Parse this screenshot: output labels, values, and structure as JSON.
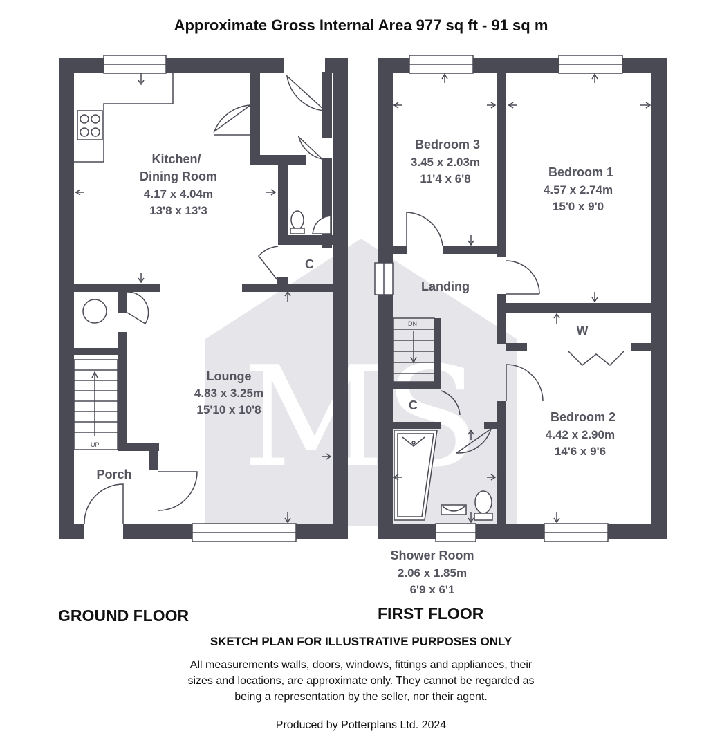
{
  "title": "Approximate Gross Internal Area 977 sq ft - 91 sq m",
  "watermark": "MS",
  "floors": {
    "ground": {
      "label": "GROUND FLOOR",
      "rooms": {
        "kitchen": {
          "name_1": "Kitchen/",
          "name_2": "Dining Room",
          "metric": "4.17 x 4.04m",
          "imperial": "13'8 x 13'3"
        },
        "lounge": {
          "name": "Lounge",
          "metric": "4.83 x 3.25m",
          "imperial": "15'10 x 10'8"
        },
        "porch": {
          "name": "Porch"
        },
        "cupboard": {
          "name": "C"
        },
        "stairs_label": "UP"
      }
    },
    "first": {
      "label": "FIRST FLOOR",
      "rooms": {
        "bedroom3": {
          "name": "Bedroom 3",
          "metric": "3.45 x 2.03m",
          "imperial": "11'4 x 6'8"
        },
        "bedroom1": {
          "name": "Bedroom 1",
          "metric": "4.57 x 2.74m",
          "imperial": "15'0 x 9'0"
        },
        "landing": {
          "name": "Landing"
        },
        "wardrobe": {
          "name": "W"
        },
        "cupboard": {
          "name": "C"
        },
        "bedroom2": {
          "name": "Bedroom 2",
          "metric": "4.42 x 2.90m",
          "imperial": "14'6 x 9'6"
        },
        "shower": {
          "name": "Shower Room",
          "metric": "2.06 x 1.85m",
          "imperial": "6'9 x 6'1"
        },
        "stairs_label": "DN"
      }
    }
  },
  "disclaimer": {
    "heading": "SKETCH PLAN FOR ILLUSTRATIVE PURPOSES ONLY",
    "line1": "All measurements walls, doors, windows, fittings and appliances, their",
    "line2": "sizes and locations, are approximate only. They cannot be regarded as",
    "line3": "being a representation by the seller, nor their agent."
  },
  "credit": "Produced by Potterplans Ltd. 2024"
}
